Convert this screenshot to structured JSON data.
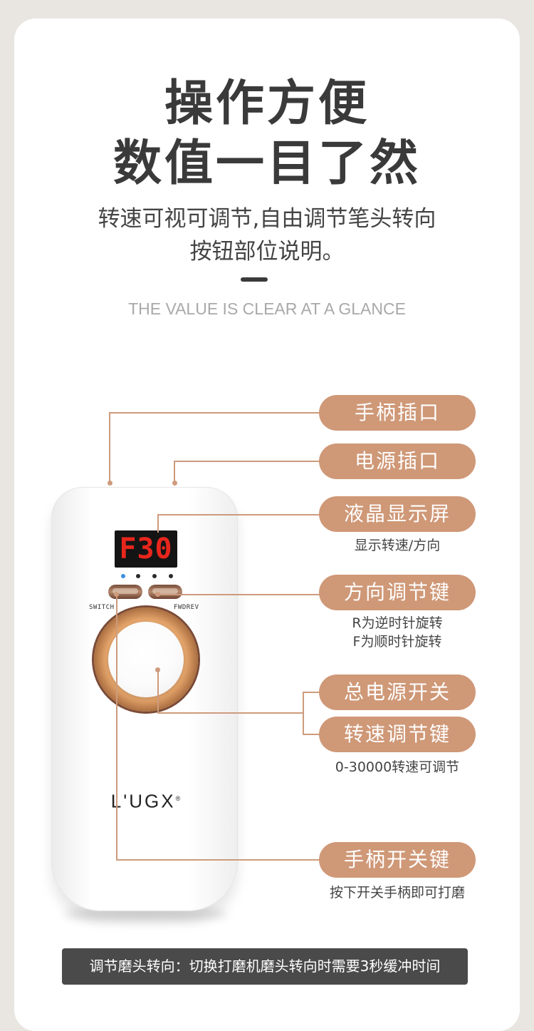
{
  "header": {
    "title_line1": "操作方便",
    "title_line2": "数值一目了然",
    "subtitle_line1": "转速可视可调节,自由调节笔头转向",
    "subtitle_line2": "按钮部位说明。",
    "english_caption": "THE VALUE IS CLEAR AT A GLANCE"
  },
  "device": {
    "display_readout": "F30",
    "switch_label": "SWITCH",
    "fwdrev_label": "FWDREV",
    "brand": "L'UGX",
    "brand_mark": "®"
  },
  "callouts": [
    {
      "label": "手柄插口",
      "note": ""
    },
    {
      "label": "电源插口",
      "note": ""
    },
    {
      "label": "液晶显示屏",
      "note": "显示转速/方向"
    },
    {
      "label": "方向调节键",
      "note_line1": "R为逆时针旋转",
      "note_line2": "F为顺时针旋转"
    },
    {
      "label": "总电源开关",
      "note": ""
    },
    {
      "label": "转速调节键",
      "note": "0-30000转速可调节"
    },
    {
      "label": "手柄开关键",
      "note": "按下开关手柄即可打磨"
    }
  ],
  "footer": {
    "notice": "调节磨头转向：切换打磨机磨头转向时需要3秒缓冲时间"
  },
  "colors": {
    "accent": "#cf9877",
    "text_dark": "#3a3a3a",
    "lcd_red": "#e8261d",
    "footer_bg": "#4a4a4a"
  }
}
